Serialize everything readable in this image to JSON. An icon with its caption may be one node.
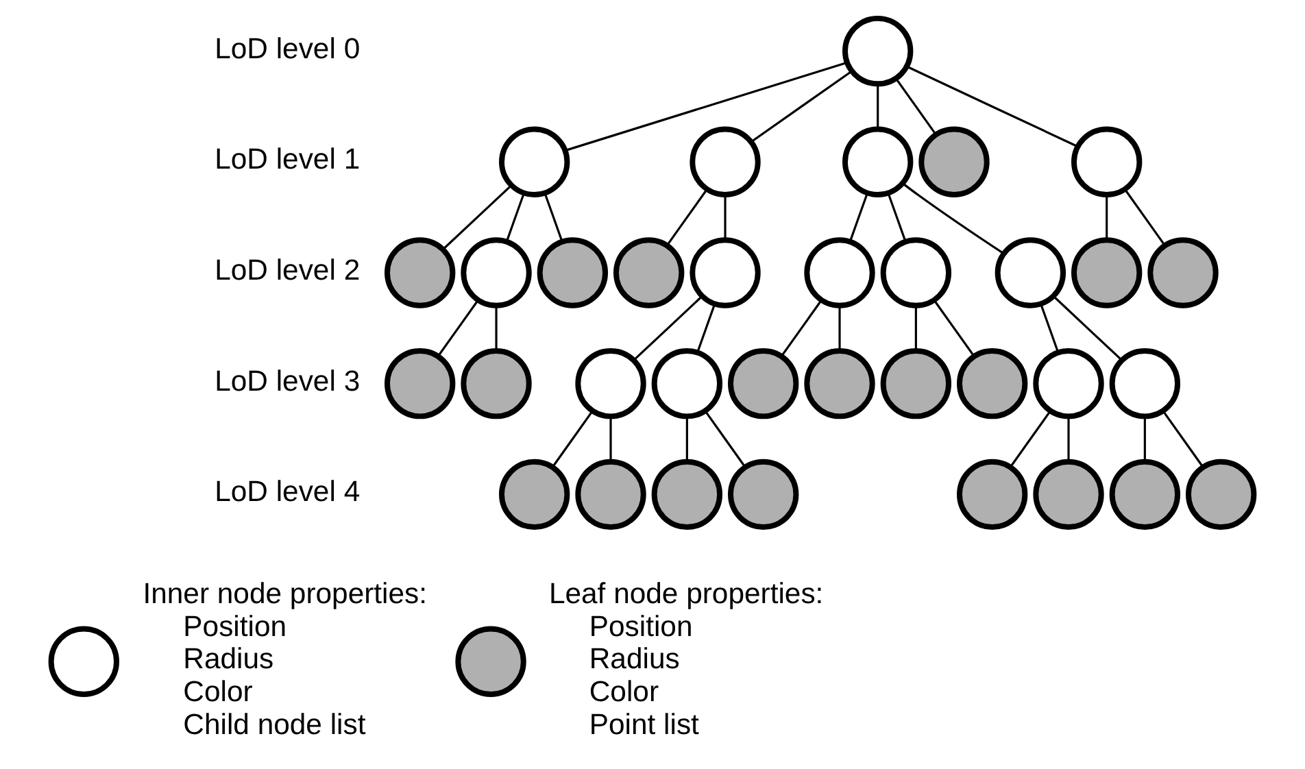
{
  "diagram": {
    "nodes": [
      {
        "text": [],
        "shape": "circle"
      },
      {
        "text": [],
        "shape": "circle"
      },
      {
        "text": [],
        "shape": "circle"
      },
      {
        "text": [],
        "shape": "circle"
      },
      {
        "text": [],
        "shape": "dotted-circle"
      },
      {
        "text": [],
        "shape": "circle"
      },
      {
        "text": [],
        "shape": "dotted-circle"
      },
      {
        "text": [],
        "shape": "circle"
      },
      {
        "text": [],
        "shape": "dotted-circle"
      },
      {
        "text": [],
        "shape": "dotted-circle"
      },
      {
        "text": [],
        "shape": "circle"
      },
      {
        "text": [],
        "shape": "circle"
      },
      {
        "text": [],
        "shape": "circle"
      },
      {
        "text": [],
        "shape": "circle"
      },
      {
        "text": [],
        "shape": "dotted-circle"
      },
      {
        "text": [],
        "shape": "dotted-circle"
      },
      {
        "text": [],
        "shape": "dotted-circle"
      },
      {
        "text": [],
        "shape": "dotted-circle"
      },
      {
        "text": [],
        "shape": "circle"
      },
      {
        "text": [],
        "shape": "circle"
      },
      {
        "text": [],
        "shape": "dotted-circle"
      },
      {
        "text": [],
        "shape": "dotted-circle"
      },
      {
        "text": [],
        "shape": "dotted-circle"
      },
      {
        "text": [],
        "shape": "dotted-circle"
      },
      {
        "text": [],
        "shape": "circle"
      },
      {
        "text": [],
        "shape": "circle"
      },
      {
        "text": [],
        "shape": "dotted-circle"
      },
      {
        "text": [],
        "shape": "dotted-circle"
      },
      {
        "text": [],
        "shape": "dotted-circle"
      },
      {
        "text": [],
        "shape": "dotted-circle"
      },
      {
        "text": [],
        "shape": "dotted-circle"
      },
      {
        "text": [],
        "shape": "dotted-circle"
      },
      {
        "text": [],
        "shape": "dotted-circle"
      },
      {
        "text": [],
        "shape": "dotted-circle"
      },
      {
        "text": [],
        "shape": "circle",
        "beside": [
          "Inner node properties:",
          "Position",
          "Radius",
          "Color",
          "Child node list"
        ]
      },
      {
        "text": [],
        "shape": "dotted-circle",
        "beside": [
          "Leaf node properties:",
          "Position",
          "Radius",
          "Color",
          "Point list"
        ]
      }
    ],
    "edges": [
      {
        "from": 0,
        "to": 1,
        "arrow": "none"
      },
      {
        "from": 0,
        "to": 2,
        "arrow": "none"
      },
      {
        "from": 0,
        "to": 3,
        "arrow": "none"
      },
      {
        "from": 0,
        "to": 4,
        "arrow": "none"
      },
      {
        "from": 0,
        "to": 5,
        "arrow": "none"
      },
      {
        "from": 1,
        "to": 6,
        "arrow": "none"
      },
      {
        "from": 1,
        "to": 7,
        "arrow": "none"
      },
      {
        "from": 1,
        "to": 8,
        "arrow": "none"
      },
      {
        "from": 2,
        "to": 9,
        "arrow": "none"
      },
      {
        "from": 2,
        "to": 10,
        "arrow": "none"
      },
      {
        "from": 3,
        "to": 11,
        "arrow": "none"
      },
      {
        "from": 3,
        "to": 12,
        "arrow": "none"
      },
      {
        "from": 3,
        "to": 13,
        "arrow": "none"
      },
      {
        "from": 5,
        "to": 14,
        "arrow": "none"
      },
      {
        "from": 5,
        "to": 15,
        "arrow": "none"
      },
      {
        "from": 7,
        "to": 16,
        "arrow": "none"
      },
      {
        "from": 7,
        "to": 17,
        "arrow": "none"
      },
      {
        "from": 10,
        "to": 18,
        "arrow": "none"
      },
      {
        "from": 10,
        "to": 19,
        "arrow": "none"
      },
      {
        "from": 11,
        "to": 20,
        "arrow": "none"
      },
      {
        "from": 11,
        "to": 21,
        "arrow": "none"
      },
      {
        "from": 12,
        "to": 22,
        "arrow": "none"
      },
      {
        "from": 12,
        "to": 23,
        "arrow": "none"
      },
      {
        "from": 13,
        "to": 24,
        "arrow": "none"
      },
      {
        "from": 13,
        "to": 25,
        "arrow": "none"
      },
      {
        "from": 18,
        "to": 26,
        "arrow": "none"
      },
      {
        "from": 18,
        "to": 27,
        "arrow": "none"
      },
      {
        "from": 19,
        "to": 28,
        "arrow": "none"
      },
      {
        "from": 19,
        "to": 29,
        "arrow": "none"
      },
      {
        "from": 24,
        "to": 30,
        "arrow": "none"
      },
      {
        "from": 24,
        "to": 31,
        "arrow": "none"
      },
      {
        "from": 25,
        "to": 32,
        "arrow": "none"
      },
      {
        "from": 25,
        "to": 33,
        "arrow": "none"
      }
    ],
    "labels": [
      "LoD level 0",
      "LoD level 1",
      "LoD level 2",
      "LoD level 3",
      "LoD level 4"
    ]
  }
}
